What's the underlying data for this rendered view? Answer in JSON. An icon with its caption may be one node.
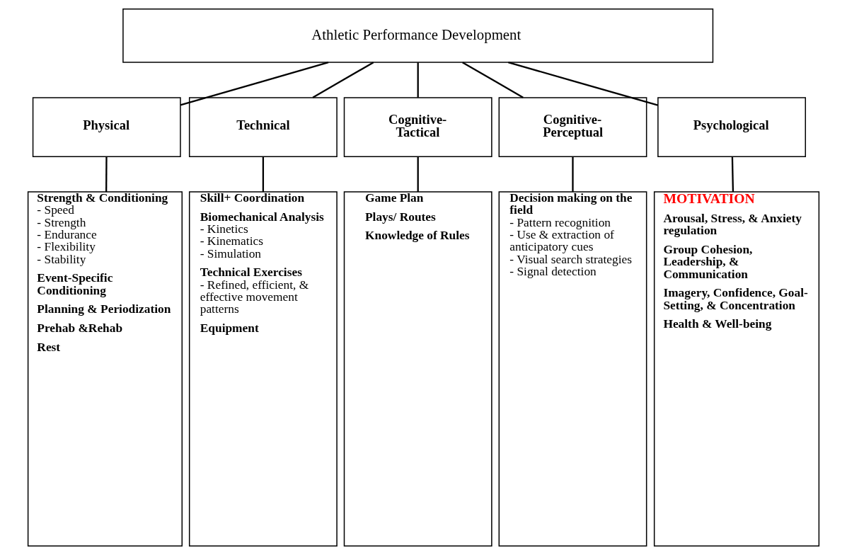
{
  "diagram": {
    "nodes": [
      {
        "text": [
          "Athletic Performance Development"
        ]
      },
      {
        "text": [
          "Physical"
        ]
      },
      {
        "text": [
          "Technical"
        ]
      },
      {
        "text": [
          "Cognitive-Tactical"
        ]
      },
      {
        "text": [
          "Cognitive-Perceptual"
        ]
      },
      {
        "text": [
          "Psychological"
        ]
      },
      {
        "text": [
          "Strength & Conditioning",
          "- Speed",
          "- Strength",
          "- Endurance",
          "- Flexibility",
          "- Stability",
          "Event-Specific Conditioning",
          "Planning & Periodization",
          "Prehab &Rehab",
          "Rest"
        ]
      },
      {
        "text": [
          "Skill+ Coordination",
          "Biomechanical Analysis",
          "- Kinetics",
          "- Kinematics",
          "- Simulation",
          "Technical Exercises",
          "- Refined, efficient, & effective movement patterns",
          "Equipment"
        ]
      },
      {
        "text": [
          "Game Plan",
          "Plays/ Routes",
          "Knowledge of Rules"
        ]
      },
      {
        "text": [
          "Decision making on the field",
          "- Pattern recognition",
          "- Use & extraction of anticipatory cues",
          "- Visual search strategies",
          "- Signal detection"
        ]
      },
      {
        "text": [
          "MOTIVATION",
          "Arousal, Stress, & Anxiety regulation",
          "Group Cohesion, Leadership, & Communication",
          "Imagery, Confidence, Goal-Setting, & Concentration",
          "Health & Well-being"
        ]
      }
    ],
    "edges": [
      {
        "from": 0,
        "to": 1,
        "arrow": "none"
      },
      {
        "from": 0,
        "to": 2,
        "arrow": "none"
      },
      {
        "from": 0,
        "to": 3,
        "arrow": "none"
      },
      {
        "from": 0,
        "to": 4,
        "arrow": "none"
      },
      {
        "from": 0,
        "to": 5,
        "arrow": "none"
      },
      {
        "from": 1,
        "to": 6,
        "arrow": "none"
      },
      {
        "from": 2,
        "to": 7,
        "arrow": "none"
      },
      {
        "from": 3,
        "to": 8,
        "arrow": "none"
      },
      {
        "from": 4,
        "to": 9,
        "arrow": "none"
      },
      {
        "from": 5,
        "to": 10,
        "arrow": "none"
      }
    ]
  }
}
